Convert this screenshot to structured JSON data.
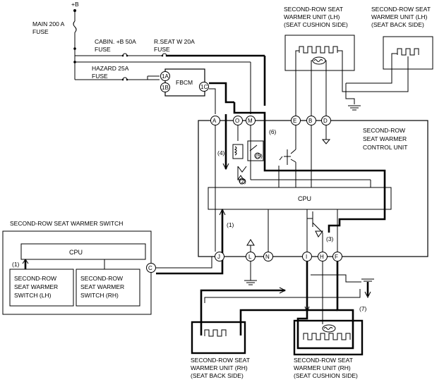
{
  "diagram": {
    "supply": {
      "battery": "+B",
      "main_fuse": [
        "MAIN 200 A",
        "FUSE"
      ],
      "cabin_fuse": [
        "CABIN. +B 50A",
        "FUSE"
      ],
      "rseat_fuse": [
        "R.SEAT W 20A",
        "FUSE"
      ],
      "hazard_fuse": [
        "HAZARD 25A",
        "FUSE"
      ]
    },
    "fbcm": {
      "label": "FBCM",
      "pins": [
        "1A",
        "1B",
        "1C"
      ]
    },
    "control_unit": {
      "label": [
        "SECOND-ROW",
        "SEAT WARMER",
        "CONTROL UNIT"
      ],
      "cpu": "CPU",
      "top_pins": [
        "A",
        "O",
        "M",
        "E",
        "B",
        "D"
      ],
      "bottom_pins": [
        "J",
        "L",
        "N",
        "I",
        "H",
        "F"
      ]
    },
    "switch_unit": {
      "title": "SECOND-ROW SEAT WARMER SWITCH",
      "cpu": "CPU",
      "switch_lh": [
        "SECOND-ROW",
        "SEAT WARMER",
        "SWITCH (LH)"
      ],
      "switch_rh": [
        "SECOND-ROW",
        "SEAT WARMER",
        "SWITCH (RH)"
      ],
      "pin": "C"
    },
    "warmer_units": {
      "lh_cushion": [
        "SECOND-ROW SEAT",
        "WARMER UNIT (LH)",
        "(SEAT CUSHION SIDE)"
      ],
      "lh_back": [
        "SECOND-ROW SEAT",
        "WARMER UNIT (LH)",
        "(SEAT BACK SIDE)"
      ],
      "rh_back": [
        "SECOND-ROW SEAT",
        "WARMER UNIT (RH)",
        "(SEAT BACK SIDE)"
      ],
      "rh_cushion": [
        "SECOND-ROW SEAT",
        "WARMER UNIT (RH)",
        "(SEAT CUSHION SIDE)"
      ]
    },
    "flow_markers": [
      "(1)",
      "(2)",
      "(3)",
      "(4)",
      "(5)",
      "(6)",
      "(7)"
    ]
  }
}
